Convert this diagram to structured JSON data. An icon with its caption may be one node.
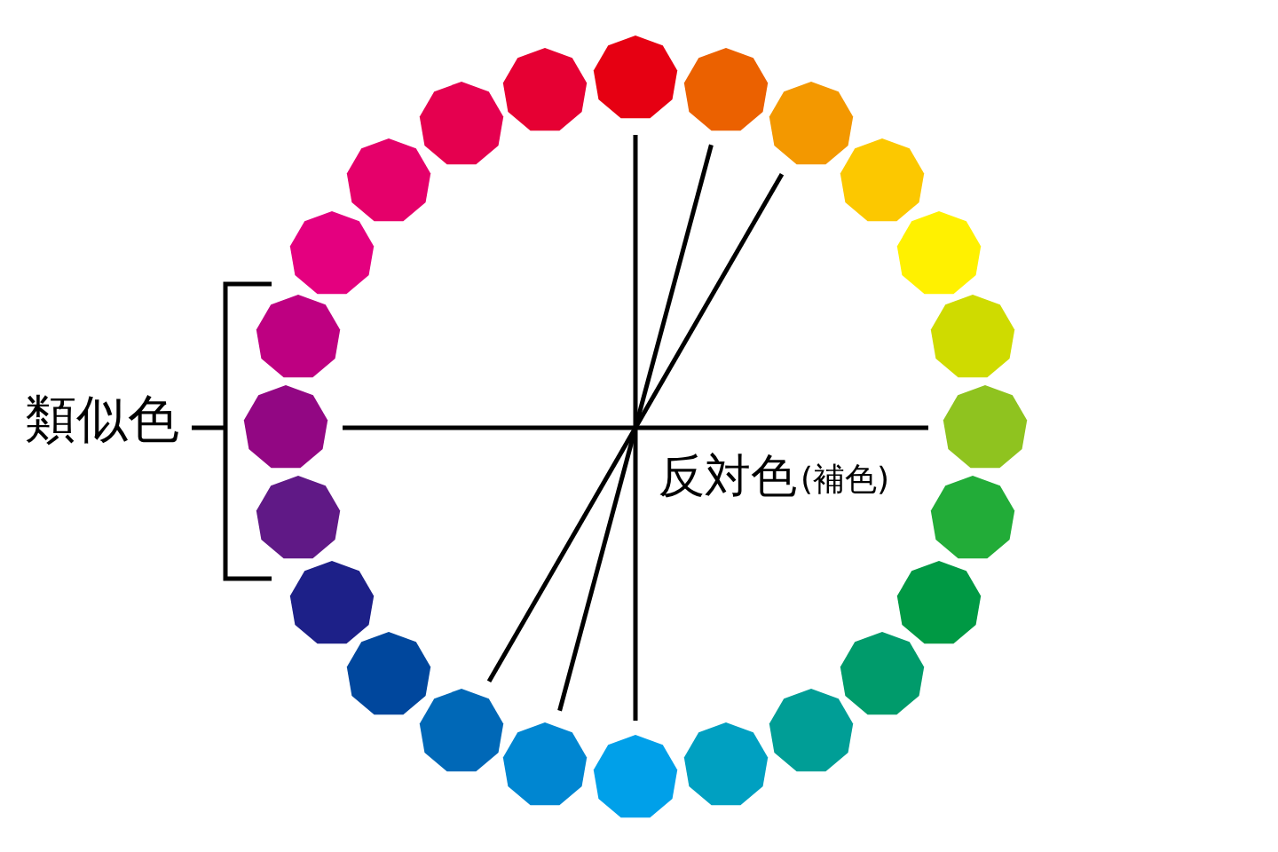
{
  "diagram": {
    "nodes": [
      {
        "text": [],
        "shape": "polygon"
      },
      {
        "text": [],
        "shape": "polygon"
      },
      {
        "text": [],
        "shape": "polygon"
      },
      {
        "text": [],
        "shape": "polygon"
      },
      {
        "text": [],
        "shape": "polygon"
      },
      {
        "text": [],
        "shape": "polygon"
      },
      {
        "text": [],
        "shape": "polygon"
      },
      {
        "text": [],
        "shape": "polygon"
      },
      {
        "text": [],
        "shape": "polygon"
      },
      {
        "text": [],
        "shape": "polygon"
      },
      {
        "text": [],
        "shape": "polygon"
      },
      {
        "text": [],
        "shape": "polygon"
      },
      {
        "text": [],
        "shape": "polygon"
      },
      {
        "text": [],
        "shape": "polygon"
      },
      {
        "text": [],
        "shape": "polygon"
      },
      {
        "text": [],
        "shape": "polygon"
      },
      {
        "text": [],
        "shape": "polygon"
      },
      {
        "text": [],
        "shape": "polygon"
      },
      {
        "text": [],
        "shape": "polygon"
      },
      {
        "text": [],
        "shape": "polygon"
      },
      {
        "text": [],
        "shape": "polygon"
      },
      {
        "text": [],
        "shape": "polygon"
      },
      {
        "text": [],
        "shape": "polygon"
      },
      {
        "text": [],
        "shape": "polygon"
      }
    ],
    "edges": [
      {
        "from": 0,
        "to": 23,
        "arrow": "none"
      },
      {
        "from": 2,
        "to": 21,
        "arrow": "none"
      },
      {
        "from": 4,
        "to": 19,
        "arrow": "none"
      },
      {
        "from": 11,
        "to": 12,
        "arrow": "none"
      }
    ],
    "labels": [
      "類似色",
      "反対色",
      "(補色)"
    ]
  }
}
